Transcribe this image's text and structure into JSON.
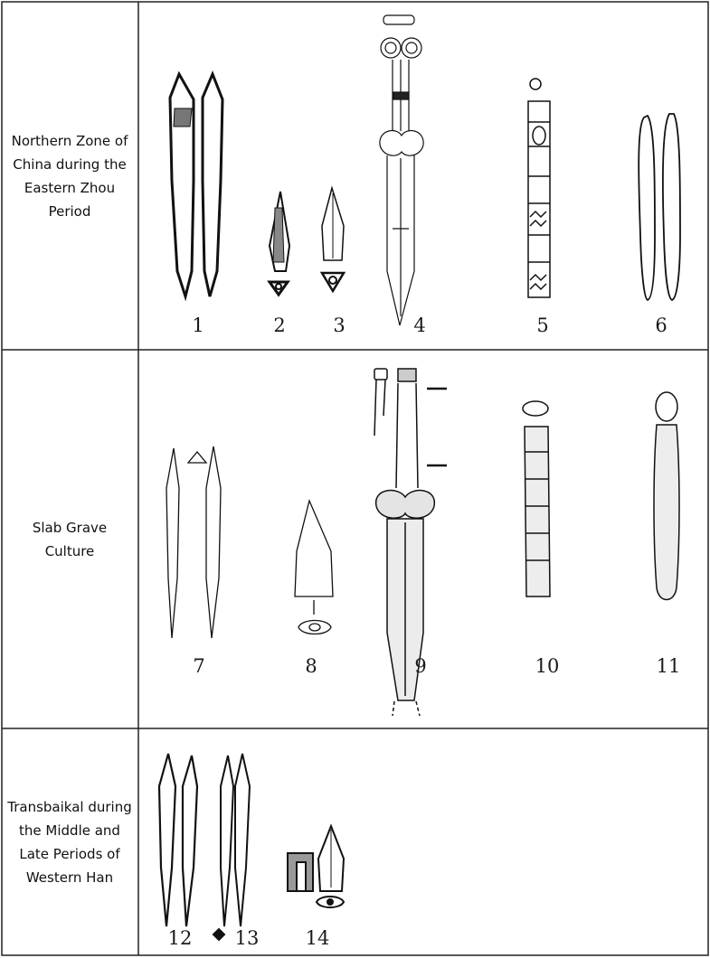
{
  "rows": [
    {
      "label": "Northern Zone of China during the Eastern Zhou Period",
      "label_lines": [
        "Northern Zone of",
        "China during the",
        "Eastern Zhou Period"
      ]
    },
    {
      "label": "Slab Grave Culture",
      "label_lines": [
        "Slab Grave",
        "Culture"
      ]
    },
    {
      "label": "Transbaikal during the Middle and Late Periods of Western Han",
      "label_lines": [
        "Transbaikal during",
        "the Middle and",
        "Late Periods of",
        "Western Han"
      ]
    }
  ],
  "artifacts": [
    {
      "n": "1",
      "kind": "double-awl"
    },
    {
      "n": "2",
      "kind": "arrowhead-hatched"
    },
    {
      "n": "3",
      "kind": "arrowhead"
    },
    {
      "n": "4",
      "kind": "dagger"
    },
    {
      "n": "5",
      "kind": "tube-ornament"
    },
    {
      "n": "6",
      "kind": "bead-chain"
    },
    {
      "n": "7",
      "kind": "double-awl"
    },
    {
      "n": "8",
      "kind": "arrowhead"
    },
    {
      "n": "9",
      "kind": "dagger"
    },
    {
      "n": "10",
      "kind": "tube-ornament"
    },
    {
      "n": "11",
      "kind": "bead-chain"
    },
    {
      "n": "12",
      "kind": "double-awl"
    },
    {
      "n": "13",
      "kind": "double-awl"
    },
    {
      "n": "14",
      "kind": "arrowhead"
    }
  ]
}
